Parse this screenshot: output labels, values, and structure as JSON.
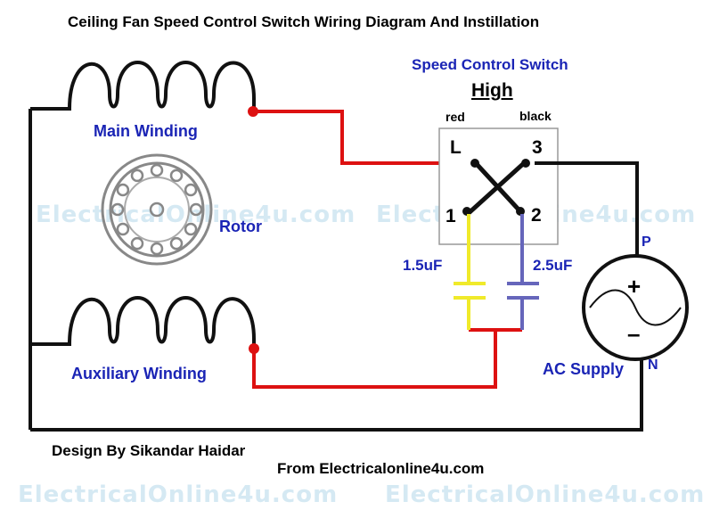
{
  "title": "Ceiling Fan Speed Control Switch Wiring Diagram And Instillation",
  "switch": {
    "heading": "Speed Control Switch",
    "mode": "High",
    "wire_left": "red",
    "wire_right": "black",
    "terminal_L": "L",
    "terminal_3": "3",
    "terminal_1": "1",
    "terminal_2": "2"
  },
  "labels": {
    "main_winding": "Main Winding",
    "rotor": "Rotor",
    "auxiliary_winding": "Auxiliary Winding",
    "cap1": "1.5uF",
    "cap2": "2.5uF",
    "phase": "P",
    "neutral": "N",
    "plus": "+",
    "minus": "–",
    "ac_supply": "AC Supply"
  },
  "credits": {
    "design": "Design By Sikandar Haidar",
    "source": "From Electricalonline4u.com"
  },
  "watermark": "ElectricalOnline4u.com",
  "colors": {
    "wire_black": "#111111",
    "wire_red": "#dd1111",
    "cap_yellow": "#f0ea2a",
    "cap_blue": "#6666bb",
    "label_blue": "#1a24b5",
    "watermark": "#d5e9f3"
  }
}
